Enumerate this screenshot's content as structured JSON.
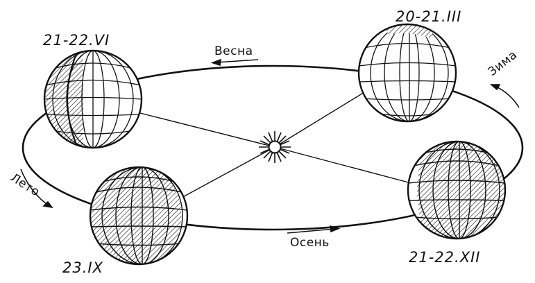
{
  "diagram": {
    "seasons": {
      "spring": "Весна",
      "winter": "Зима",
      "summer": "Лето",
      "autumn": "Осень"
    },
    "dates": {
      "march": "20-21.III",
      "june": "21-22.VI",
      "september": "23.IX",
      "december": "21-22.XII"
    },
    "colors": {
      "ink": "#111111",
      "background": "#ffffff"
    }
  }
}
